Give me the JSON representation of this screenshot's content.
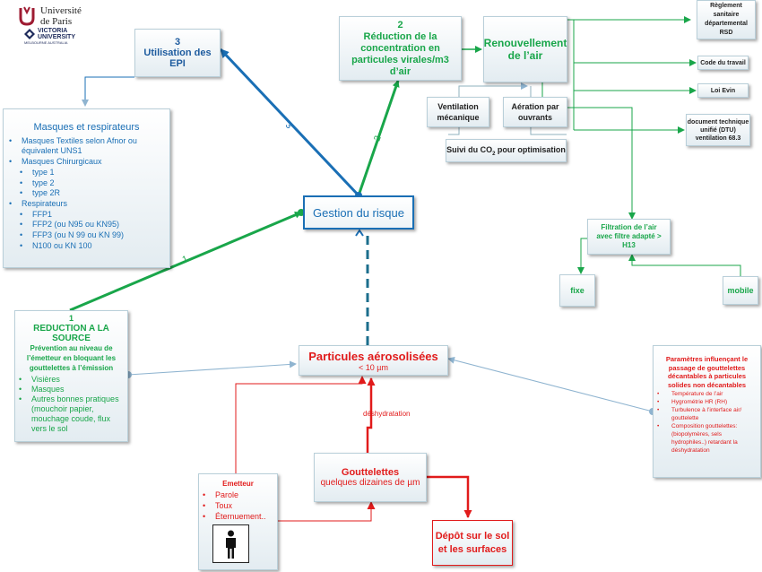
{
  "logos": {
    "paris": {
      "line1": "Université",
      "line2": "de Paris"
    },
    "victoria": {
      "line1": "VICTORIA",
      "line2": "UNIVERSITY",
      "line3": "MELBOURNE AUSTRALIA"
    }
  },
  "nodes": {
    "epi": {
      "number": "3",
      "title": "Utilisation des EPI"
    },
    "reduction_viral": {
      "number": "2",
      "line1": "Réduction de  la",
      "line2": "concentration en",
      "line3": "particules virales/m3 d’air"
    },
    "renouvellement": {
      "line1": "Renouvellement",
      "line2": "de l’air"
    },
    "reglement": {
      "line1": "Règlement",
      "line2": "sanitaire",
      "line3": "départemental",
      "line4": "RSD"
    },
    "code_travail": {
      "text": "Code du travail"
    },
    "loi_evin": {
      "text": "Loi Evin"
    },
    "dtu": {
      "line1": "document technique",
      "line2": "unifié (DTU)",
      "line3": "ventilation 68.3"
    },
    "ventilation": {
      "line1": "Ventilation",
      "line2": "mécanique"
    },
    "aeration": {
      "line1": "Aération par",
      "line2": "ouvrants"
    },
    "suivi_co2": {
      "prefix": "Suivi du CO",
      "sub": "2",
      "suffix": " pour optimisation"
    },
    "masques": {
      "title": "Masques et respirateurs",
      "items": [
        {
          "text": "Masques Textiles selon Afnor ou",
          "level": 1
        },
        {
          "text": "équivalent UNS1",
          "level": 0
        },
        {
          "text": "Masques Chirurgicaux",
          "level": 1
        },
        {
          "text": "type 1",
          "level": 2
        },
        {
          "text": "type 2",
          "level": 2
        },
        {
          "text": "type 2R",
          "level": 2
        },
        {
          "text": "Respirateurs",
          "level": 1
        },
        {
          "text": "FFP1",
          "level": 2
        },
        {
          "text": "FFP2 (ou N95 ou KN95)",
          "level": 2
        },
        {
          "text": "FFP3 (ou N 99 ou KN 99)",
          "level": 2
        },
        {
          "text": "N100 ou KN 100",
          "level": 2
        }
      ]
    },
    "gestion": {
      "text": "Gestion du risque"
    },
    "filtration": {
      "line1": "Filtration de l’air",
      "line2": "avec filtre adapté >",
      "line3": "H13"
    },
    "fixe": {
      "text": "fixe"
    },
    "mobile": {
      "text": "mobile"
    },
    "reduction_source": {
      "number": "1",
      "line1": "REDUCTION A LA",
      "line2": "SOURCE",
      "desc1": "Prévention au niveau de",
      "desc2": "l’émetteur en bloquant les",
      "desc3": "gouttelettes à l’émission",
      "items": [
        {
          "text": "Visières",
          "bullet": true
        },
        {
          "text": "Masques",
          "bullet": true
        },
        {
          "text": "Autres bonnes pratiques",
          "bullet": true
        },
        {
          "text": "(mouchoir papier,",
          "bullet": false
        },
        {
          "text": "mouchage coude, flux",
          "bullet": false
        },
        {
          "text": "vers le sol",
          "bullet": false
        }
      ]
    },
    "particules": {
      "title": "Particules aérosolisées",
      "subtitle": "< 10 µm"
    },
    "parametres": {
      "line1": "Paramètres influençant le",
      "line2": "passage de gouttelettes",
      "line3": "décantables à particules",
      "line4": "solides non décantables",
      "items": [
        {
          "text": "Température de l’air",
          "bullet": true
        },
        {
          "text": "Hygrométrie HR (RH)",
          "bullet": true
        },
        {
          "text": "Turbulence à l’interface air/",
          "bullet": true
        },
        {
          "text": "gouttelette",
          "bullet": false
        },
        {
          "text": "Composition gouttelettes:",
          "bullet": true
        },
        {
          "text": "(biopolymères, sels",
          "bullet": false
        },
        {
          "text": "hydrophiles..) retardant la",
          "bullet": false
        },
        {
          "text": "déshydratation",
          "bullet": false
        }
      ]
    },
    "gouttelettes": {
      "title": "Gouttelettes",
      "subtitle": "quelques dizaines de µm"
    },
    "emetteur": {
      "title": "Emetteur",
      "items": [
        "Parole",
        "Toux",
        "Éternuement.."
      ]
    },
    "depot": {
      "line1": "Dépôt sur le sol",
      "line2": "et les surfaces"
    }
  },
  "edge_labels": {
    "e1": "1",
    "e2": "2",
    "e3": "3",
    "dehydration": "déshydratation"
  },
  "colors": {
    "green": "#19a64a",
    "blue": "#1a6fb5",
    "red": "#e11b1b",
    "logo_red": "#9e1b32",
    "logo_navy": "#1d2a5b"
  },
  "icons": {
    "person": "person-icon"
  }
}
